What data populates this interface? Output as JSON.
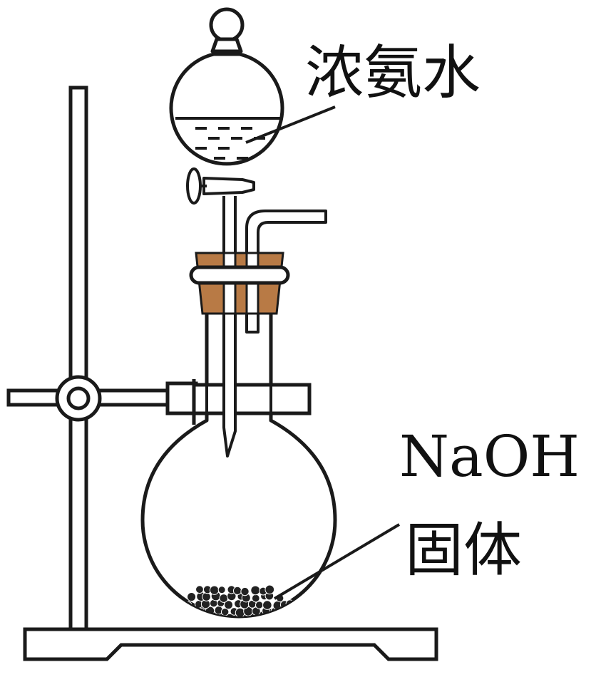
{
  "labels": {
    "reagent_top": "浓氨水",
    "reagent_bottom_line1": "NaOH",
    "reagent_bottom_line2": "固体"
  },
  "colors": {
    "stroke": "#1a1a1a",
    "stopper": "#b87a45",
    "background": "#ffffff"
  }
}
